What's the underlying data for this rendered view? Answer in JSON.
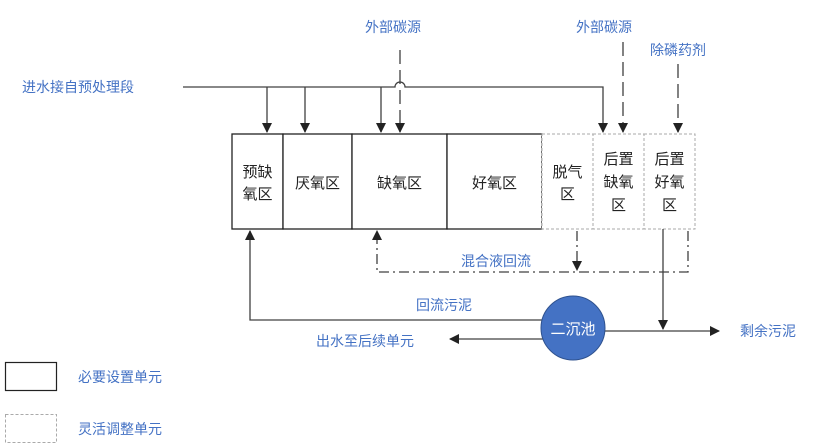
{
  "labels": {
    "influent": "进水接自预处理段",
    "carbon1": "外部碳源",
    "carbon2": "外部碳源",
    "phosphorus": "除磷药剂",
    "mixed_liquor_return": "混合液回流",
    "return_sludge": "回流污泥",
    "effluent": "出水至后续单元",
    "excess_sludge": "剩余污泥",
    "clarifier": "二沉池"
  },
  "zones": [
    {
      "lines": [
        "预缺",
        "氧区"
      ],
      "type": "required"
    },
    {
      "lines": [
        "厌氧区"
      ],
      "type": "required"
    },
    {
      "lines": [
        "缺氧区"
      ],
      "type": "required"
    },
    {
      "lines": [
        "好氧区"
      ],
      "type": "required"
    },
    {
      "lines": [
        "脱气",
        "区"
      ],
      "type": "optional"
    },
    {
      "lines": [
        "后置",
        "缺氧",
        "区"
      ],
      "type": "optional"
    },
    {
      "lines": [
        "后置",
        "好氧",
        "区"
      ],
      "type": "optional"
    }
  ],
  "legend": [
    {
      "label": "必要设置单元",
      "style": "solid"
    },
    {
      "label": "灵活调整单元",
      "style": "dashed"
    }
  ],
  "colors": {
    "text_accent": "#4472C4",
    "clarifier_fill": "#4472C4",
    "line": "#404040"
  }
}
